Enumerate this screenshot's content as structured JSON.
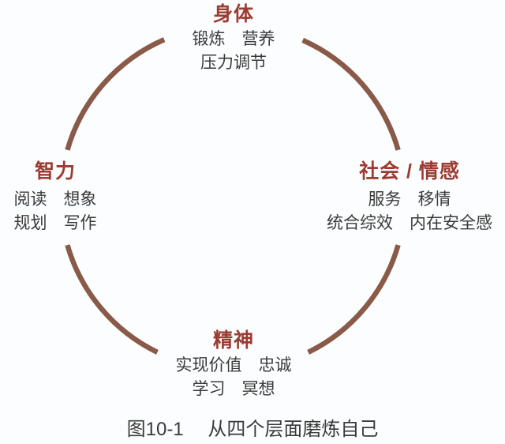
{
  "colors": {
    "arc": "#8a5a49",
    "heading": "#9c3b32",
    "text": "#3a3a3a",
    "background": "#fcfdfe"
  },
  "diagram": {
    "top": {
      "title": "身体",
      "lines": [
        "锻炼　营养",
        "压力调节"
      ]
    },
    "right": {
      "title": "社会 / 情感",
      "lines": [
        "服务　移情",
        "统合综效　内在安全感"
      ]
    },
    "bottom": {
      "title": "精神",
      "lines": [
        "实现价值　忠诚",
        "学习　冥想"
      ]
    },
    "left": {
      "title": "智力",
      "lines": [
        "阅读　想象",
        "规划　写作"
      ]
    }
  },
  "caption": "图10-1　 从四个层面磨炼自己"
}
